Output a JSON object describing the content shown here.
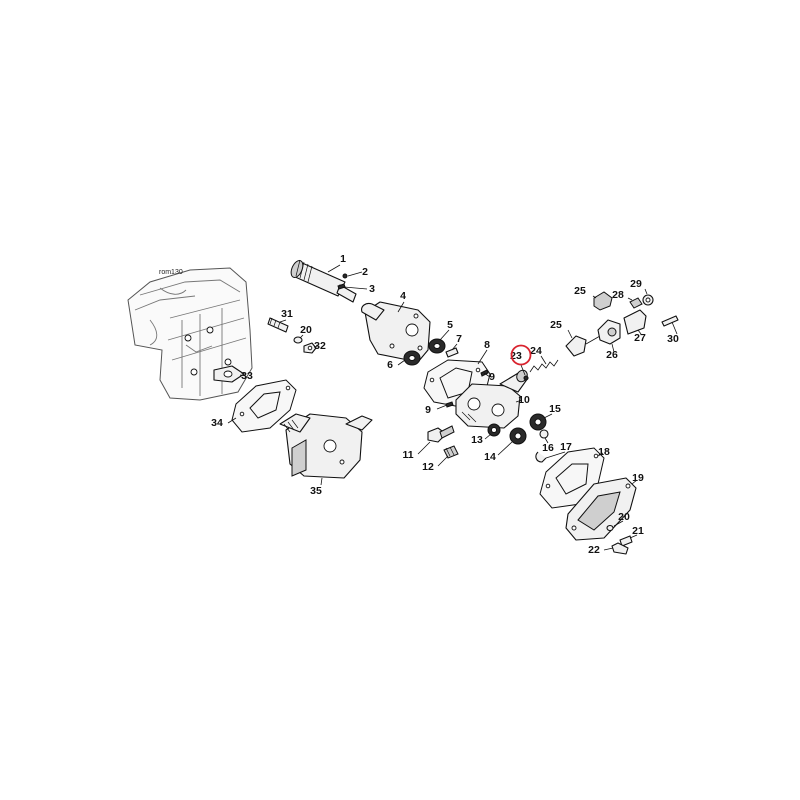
{
  "diagram": {
    "reference_code": "rom130",
    "highlighted_part": "23",
    "highlight_color": "#d9232e",
    "callouts": [
      "1",
      "2",
      "3",
      "4",
      "5",
      "6",
      "7",
      "8",
      "9",
      "9",
      "10",
      "11",
      "12",
      "13",
      "14",
      "15",
      "16",
      "17",
      "18",
      "19",
      "20",
      "21",
      "22",
      "23",
      "24",
      "25",
      "25",
      "26",
      "27",
      "28",
      "29",
      "30",
      "31",
      "20",
      "32",
      "33",
      "34",
      "35"
    ]
  }
}
